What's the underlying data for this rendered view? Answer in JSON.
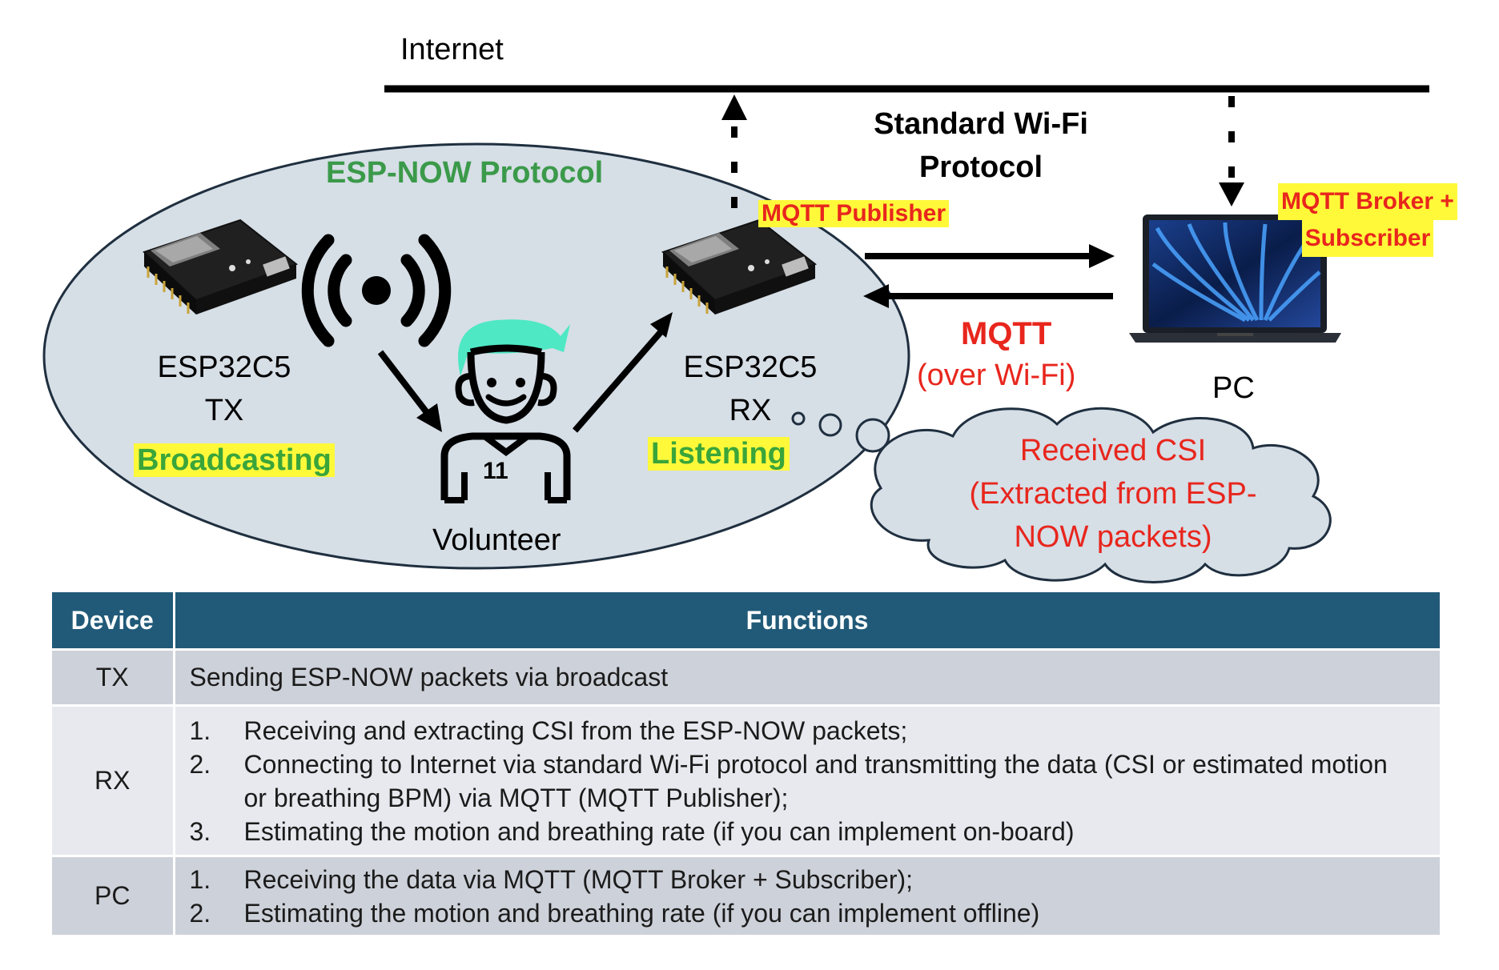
{
  "diagram": {
    "internet_label": "Internet",
    "standard_wifi_line1": "Standard Wi-Fi",
    "standard_wifi_line2": "Protocol",
    "espnow_label": "ESP-NOW Protocol",
    "tx": {
      "name": "ESP32C5",
      "role": "TX",
      "status": "Broadcasting"
    },
    "rx": {
      "name": "ESP32C5",
      "role": "RX",
      "status": "Listening"
    },
    "volunteer_label": "Volunteer",
    "mqtt_publisher": "MQTT Publisher",
    "mqtt_broker_line1": "MQTT Broker +",
    "mqtt_broker_line2": "Subscriber",
    "mqtt_label": "MQTT",
    "mqtt_sub": "(over Wi-Fi)",
    "pc_label": "PC",
    "cloud_line1": "Received CSI",
    "cloud_line2": "(Extracted from ESP-",
    "cloud_line3": "NOW packets)",
    "jersey_number": "11",
    "colors": {
      "ellipse_fill": "#d6dee6",
      "espnow_green": "#3b9a4a",
      "status_green": "#3aa53a",
      "highlight_yellow": "#fff93a",
      "mqtt_red": "#e8261d",
      "table_header": "#215a78"
    }
  },
  "table": {
    "headers": [
      "Device",
      "Functions"
    ],
    "rows": [
      {
        "device": "TX",
        "items": [
          {
            "num": "",
            "text": "Sending ESP-NOW packets via broadcast"
          }
        ]
      },
      {
        "device": "RX",
        "items": [
          {
            "num": "1.",
            "text": "Receiving and extracting CSI from the ESP-NOW packets;"
          },
          {
            "num": "2.",
            "text": "Connecting to Internet via standard Wi-Fi protocol and transmitting the data (CSI or estimated motion or breathing BPM) via MQTT (MQTT Publisher);"
          },
          {
            "num": "3.",
            "text": "Estimating the motion and breathing rate (if you can implement on-board)"
          }
        ]
      },
      {
        "device": "PC",
        "items": [
          {
            "num": "1.",
            "text": "Receiving the data via MQTT (MQTT Broker + Subscriber);"
          },
          {
            "num": "2.",
            "text": "Estimating the motion and breathing rate (if you can implement offline)"
          }
        ]
      }
    ]
  }
}
